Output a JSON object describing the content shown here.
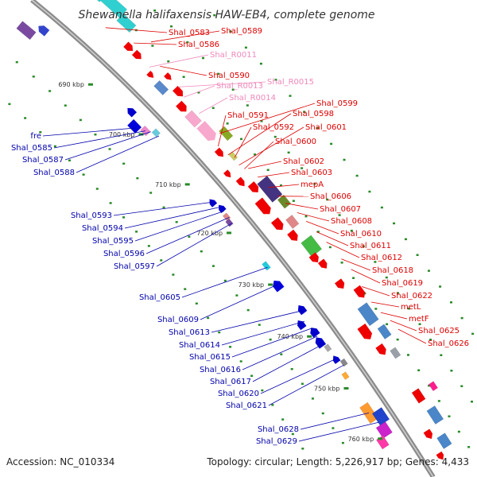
{
  "title": "Shewanella halifaxensis HAW-EB4, complete genome",
  "footer": {
    "accession": "Accession: NC_010334",
    "topology": "Topology: circular; Length: 5,226,917 bp; Genes: 4,433"
  },
  "colors": {
    "plus_label": "#dd0000",
    "minus_label": "#0000aa",
    "rna_label": "#ee88bb",
    "backbone": "#8c8c8c",
    "tick": "#2a8a2a"
  },
  "ticks": [
    "690 kbp",
    "700 kbp",
    "710 kbp",
    "720 kbp",
    "730 kbp",
    "740 kbp",
    "750 kbp",
    "760 kbp"
  ],
  "labels_plus": [
    "Shal_0583",
    "Shal_0589",
    "Shal_0586",
    "Shal_0590",
    "Shal_0599",
    "Shal_0591",
    "Shal_0598",
    "Shal_0592",
    "Shal_0601",
    "Shal_0600",
    "Shal_0602",
    "Shal_0603",
    "mepA",
    "Shal_0606",
    "Shal_0607",
    "Shal_0608",
    "Shal_0610",
    "Shal_0611",
    "Shal_0612",
    "Shal_0618",
    "Shal_0619",
    "Shal_0622",
    "metL",
    "metF",
    "Shal_0625",
    "Shal_0626"
  ],
  "labels_rna": [
    "Shal_R0011",
    "Shal_R0013",
    "Shal_R0015",
    "Shal_R0014"
  ],
  "labels_minus": [
    "fre",
    "Shal_0585",
    "Shal_0587",
    "Shal_0588",
    "Shal_0593",
    "Shal_0594",
    "Shal_0595",
    "Shal_0596",
    "Shal_0597",
    "Shal_0605",
    "Shal_0609",
    "Shal_0613",
    "Shal_0614",
    "Shal_0615",
    "Shal_0616",
    "Shal_0617",
    "Shal_0620",
    "Shal_0621",
    "Shal_0628",
    "Shal_0629"
  ]
}
